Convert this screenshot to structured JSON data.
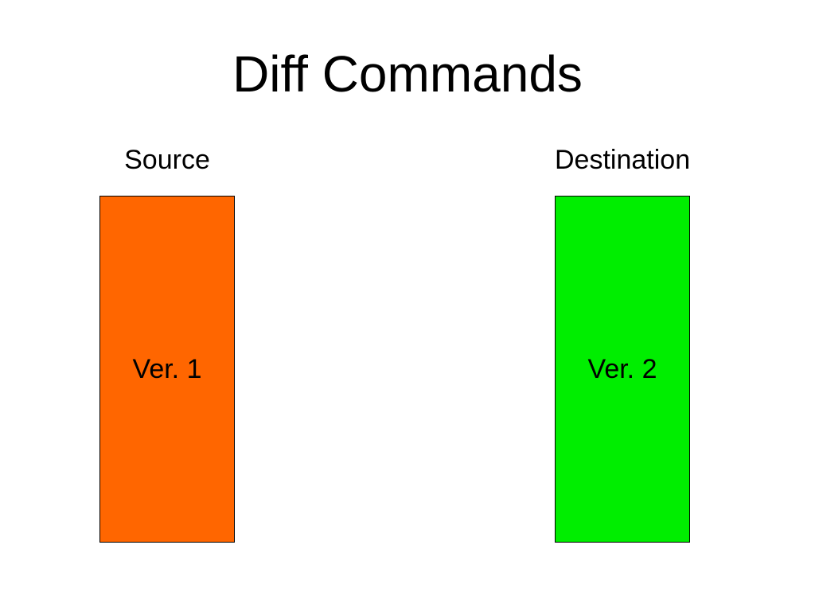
{
  "slide": {
    "title": "Diff Commands",
    "background_color": "#FFFFFF",
    "text_color": "#000000"
  },
  "source": {
    "heading": "Source",
    "box_label": "Ver. 1",
    "box_color": "#FF6600",
    "box_border_color": "#000000"
  },
  "destination": {
    "heading": "Destination",
    "box_label": "Ver. 2",
    "box_color": "#00EE00",
    "box_border_color": "#000000"
  }
}
